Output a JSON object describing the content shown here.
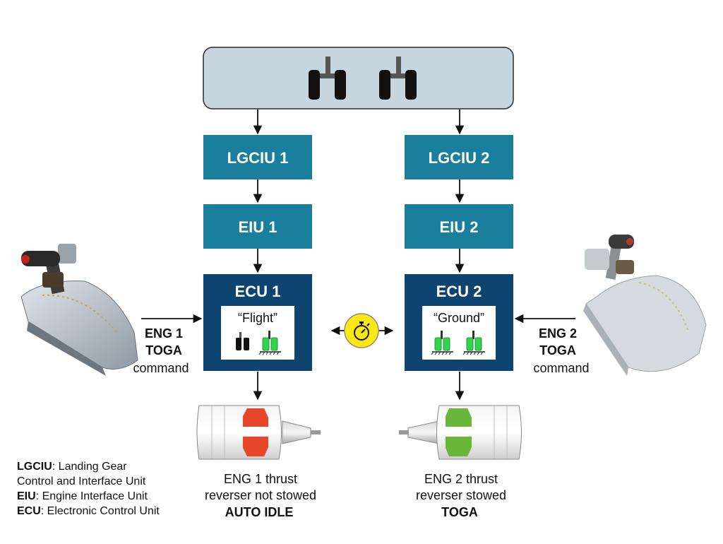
{
  "units": {
    "lgciu1": "LGCIU 1",
    "lgciu2": "LGCIU 2",
    "eiu1": "EIU 1",
    "eiu2": "EIU 2",
    "ecu1": "ECU 1",
    "ecu2": "ECU 2"
  },
  "ecu_status": {
    "ecu1": "“Flight”",
    "ecu2": "“Ground”"
  },
  "commands": {
    "eng1": {
      "line1": "ENG 1",
      "line2": "TOGA",
      "line3": "command"
    },
    "eng2": {
      "line1": "ENG 2",
      "line2": "TOGA",
      "line3": "command"
    }
  },
  "outcomes": {
    "eng1": {
      "line1": "ENG 1 thrust",
      "line2": "reverser not stowed",
      "line3": "AUTO IDLE"
    },
    "eng2": {
      "line1": "ENG 2 thrust",
      "line2": "reverser stowed",
      "line3": "TOGA"
    }
  },
  "legend": [
    {
      "term": "LGCIU",
      "def_line1": ": Landing Gear",
      "def_line2": "Control and Interface Unit"
    },
    {
      "term": "EIU",
      "def_line1": ": Engine Interface Unit"
    },
    {
      "term": "ECU",
      "def_line1": ": Electronic Control Unit"
    }
  ],
  "colors": {
    "box_teal": "#1a7e9d",
    "box_ecu": "#0d4470",
    "gear_panel": "#c7d5de",
    "reverser_unstowed": "#e8462a",
    "reverser_stowed": "#6ab63a",
    "gear_green": "#2fd64a",
    "timer_yellow": "#ffe812"
  }
}
